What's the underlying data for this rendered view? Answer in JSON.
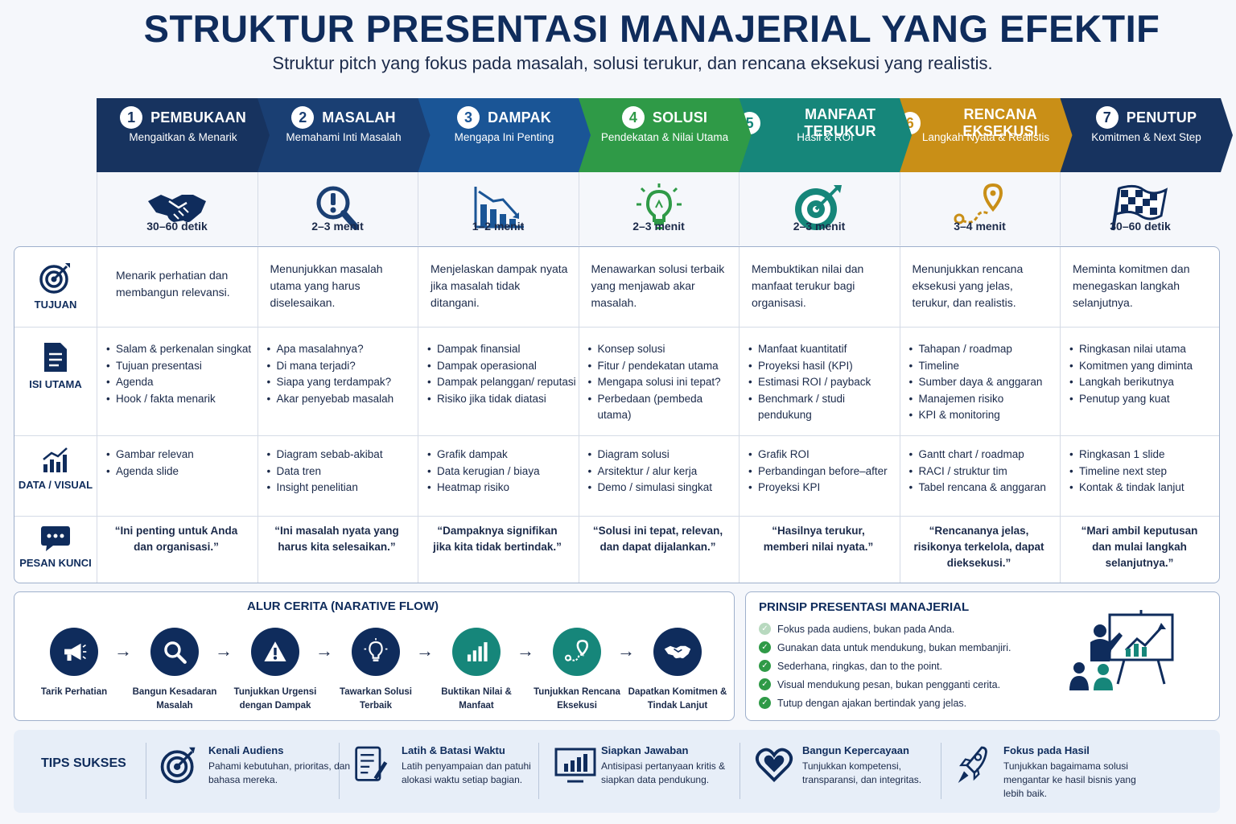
{
  "title": "STRUKTUR PRESENTASI MANAJERIAL YANG EFEKTIF",
  "subtitle": "Struktur pitch yang fokus pada masalah, solusi terukur, dan rencana eksekusi yang realistis.",
  "colors": {
    "navy": "#0f2c5c",
    "blue": "#17498a",
    "blue2": "#1a5596",
    "green": "#2f9a47",
    "teal": "#16867a",
    "gold": "#c98f17"
  },
  "stages": [
    {
      "num": "1",
      "title": "PEMBUKAAN",
      "sub": "Mengaitkan & Menarik",
      "time": "30–60 detik",
      "icon": "handshake-icon",
      "color": "#17335f",
      "goal": "Menarik perhatian dan membangun relevansi.",
      "content": [
        "Salam & perkenalan singkat",
        "Tujuan presentasi",
        "Agenda",
        "Hook / fakta menarik"
      ],
      "visual": [
        "Gambar relevan",
        "Agenda slide"
      ],
      "quote": "“Ini penting untuk Anda dan organisasi.”"
    },
    {
      "num": "2",
      "title": "MASALAH",
      "sub": "Memahami Inti Masalah",
      "time": "2–3 menit",
      "icon": "magnifier-alert-icon",
      "color": "#1a3f73",
      "goal": "Menunjukkan masalah utama yang harus diselesaikan.",
      "content": [
        "Apa masalahnya?",
        "Di mana terjadi?",
        "Siapa yang terdampak?",
        "Akar penyebab masalah"
      ],
      "visual": [
        "Diagram sebab-akibat",
        "Data tren",
        "Insight penelitian"
      ],
      "quote": "“Ini masalah nyata yang harus kita selesaikan.”"
    },
    {
      "num": "3",
      "title": "DAMPAK",
      "sub": "Mengapa Ini Penting",
      "time": "1–2 menit",
      "icon": "declining-chart-icon",
      "color": "#1a5596",
      "goal": "Menjelaskan dampak nyata jika masalah tidak ditangani.",
      "content": [
        "Dampak finansial",
        "Dampak operasional",
        "Dampak pelanggan/ reputasi",
        "Risiko jika tidak diatasi"
      ],
      "visual": [
        "Grafik dampak",
        "Data kerugian / biaya",
        "Heatmap risiko"
      ],
      "quote": "“Dampaknya signifikan jika kita tidak bertindak.”"
    },
    {
      "num": "4",
      "title": "SOLUSI",
      "sub": "Pendekatan & Nilai Utama",
      "time": "2–3 menit",
      "icon": "lightbulb-icon",
      "color": "#2f9a47",
      "goal": "Menawarkan solusi terbaik yang menjawab akar masalah.",
      "content": [
        "Konsep solusi",
        "Fitur / pendekatan utama",
        "Mengapa solusi ini tepat?",
        "Perbedaan (pembeda utama)"
      ],
      "visual": [
        "Diagram solusi",
        "Arsitektur / alur kerja",
        "Demo / simulasi singkat"
      ],
      "quote": "“Solusi ini tepat, relevan, dan dapat dijalankan.”"
    },
    {
      "num": "5",
      "title": "MANFAAT TERUKUR",
      "sub": "Hasil & ROI",
      "time": "2–3 menit",
      "icon": "target-icon",
      "color": "#16867a",
      "goal": "Membuktikan nilai dan manfaat terukur bagi organisasi.",
      "content": [
        "Manfaat kuantitatif",
        "Proyeksi hasil (KPI)",
        "Estimasi ROI / payback",
        "Benchmark / studi pendukung"
      ],
      "visual": [
        "Grafik ROI",
        "Perbandingan before–after",
        "Proyeksi KPI"
      ],
      "quote": "“Hasilnya terukur, memberi nilai nyata.”"
    },
    {
      "num": "6",
      "title": "RENCANA EKSEKUSI",
      "sub": "Langkah Nyata & Realistis",
      "time": "3–4 menit",
      "icon": "route-pin-icon",
      "color": "#c98f17",
      "goal": "Menunjukkan rencana eksekusi yang jelas, terukur, dan realistis.",
      "content": [
        "Tahapan / roadmap",
        "Timeline",
        "Sumber daya & anggaran",
        "Manajemen risiko",
        "KPI & monitoring"
      ],
      "visual": [
        "Gantt chart / roadmap",
        "RACI / struktur tim",
        "Tabel rencana & anggaran"
      ],
      "quote": "“Rencananya jelas, risikonya terkelola, dapat dieksekusi.”"
    },
    {
      "num": "7",
      "title": "PENUTUP",
      "sub": "Komitmen & Next Step",
      "time": "30–60 detik",
      "icon": "checkered-flag-icon",
      "color": "#17335f",
      "goal": "Meminta komitmen dan menegaskan langkah selanjutnya.",
      "content": [
        "Ringkasan nilai utama",
        "Komitmen yang diminta",
        "Langkah berikutnya",
        "Penutup yang kuat"
      ],
      "visual": [
        "Ringkasan 1 slide",
        "Timeline next step",
        "Kontak & tindak lanjut"
      ],
      "quote": "“Mari ambil keputusan dan mulai langkah selanjutnya.”"
    }
  ],
  "row_labels": {
    "goal": "TUJUAN",
    "content": "ISI UTAMA",
    "visual": "DATA / VISUAL",
    "message": "PESAN KUNCI"
  },
  "flow": {
    "title": "ALUR CERITA (NARATIVE FLOW)",
    "steps": [
      {
        "label": "Tarik Perhatian",
        "icon": "megaphone-icon",
        "color": "#0f2c5c"
      },
      {
        "label": "Bangun Kesadaran Masalah",
        "icon": "search-icon",
        "color": "#0f2c5c"
      },
      {
        "label": "Tunjukkan Urgensi dengan Dampak",
        "icon": "warning-icon",
        "color": "#0f2c5c"
      },
      {
        "label": "Tawarkan Solusi Terbaik",
        "icon": "lightbulb-icon",
        "color": "#0f2c5c"
      },
      {
        "label": "Buktikan Nilai & Manfaat",
        "icon": "bar-chart-icon",
        "color": "#16867a"
      },
      {
        "label": "Tunjukkan Rencana Eksekusi",
        "icon": "route-icon",
        "color": "#16867a"
      },
      {
        "label": "Dapatkan Komitmen & Tindak Lanjut",
        "icon": "handshake-icon",
        "color": "#0f2c5c"
      }
    ]
  },
  "principles": {
    "title": "PRINSIP PRESENTASI MANAJERIAL",
    "items": [
      "Fokus pada audiens, bukan pada Anda.",
      "Gunakan data untuk mendukung, bukan membanjiri.",
      "Sederhana, ringkas, dan to the point.",
      "Visual mendukung pesan, bukan pengganti cerita.",
      "Tutup dengan ajakan bertindak yang jelas."
    ]
  },
  "tips": {
    "label": "TIPS SUKSES",
    "items": [
      {
        "title": "Kenali Audiens",
        "desc": "Pahami kebutuhan, prioritas, dan bahasa mereka.",
        "icon": "target-icon"
      },
      {
        "title": "Latih & Batasi Waktu",
        "desc": "Latih penyampaian dan patuhi alokasi waktu setiap bagian.",
        "icon": "checklist-icon"
      },
      {
        "title": "Siapkan Jawaban",
        "desc": "Antisipasi pertanyaan kritis & siapkan data pendukung.",
        "icon": "monitor-chart-icon"
      },
      {
        "title": "Bangun Kepercayaan",
        "desc": "Tunjukkan kompetensi, transparansi, dan integritas.",
        "icon": "heart-icon"
      },
      {
        "title": "Fokus pada Hasil",
        "desc": "Tunjukkan bagaimama solusi mengantar ke hasil bisnis yang lebih baik.",
        "icon": "rocket-icon"
      }
    ]
  }
}
